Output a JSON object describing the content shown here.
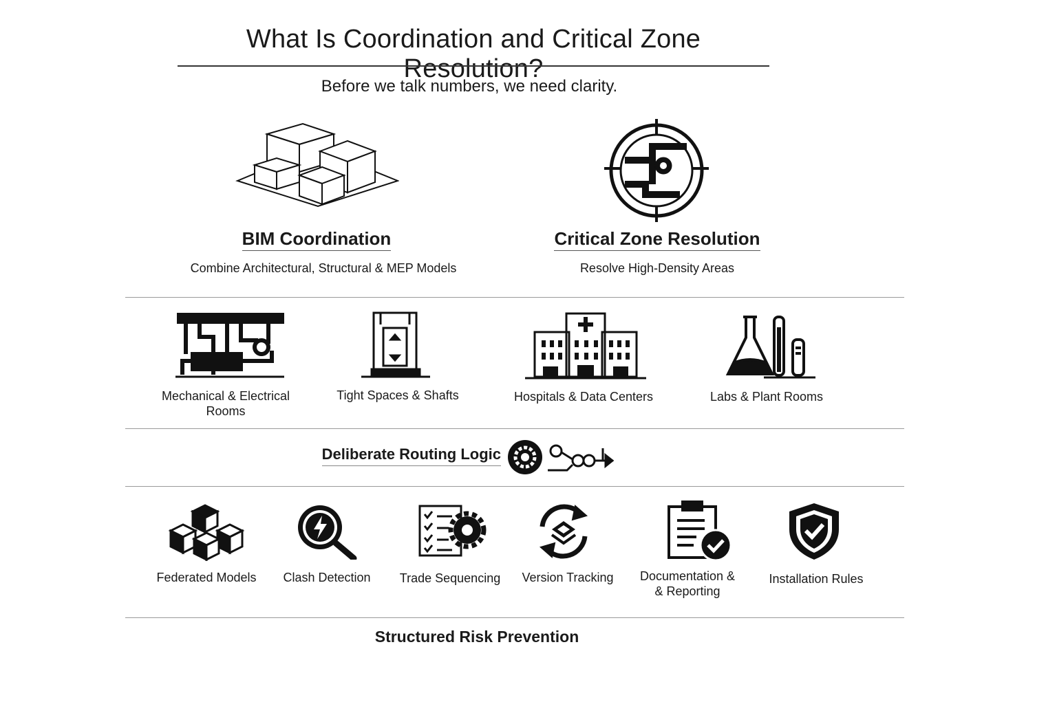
{
  "title": "What Is Coordination and Critical Zone Resolution?",
  "subtitle": "Before we talk numbers, we need clarity.",
  "pillars": [
    {
      "label": "BIM Coordination",
      "description": "Combine Architectural, Structural & MEP Models",
      "icon": "bim-blocks-icon"
    },
    {
      "label": "Critical Zone Resolution",
      "description": "Resolve High-Density Areas",
      "icon": "target-pipes-icon"
    }
  ],
  "zones": [
    {
      "label_line1": "Mechanical & Electrical",
      "label_line2": "Rooms",
      "icon": "mechanical-room-icon"
    },
    {
      "label_line1": "Tight Spaces & Shafts",
      "icon": "elevator-shaft-icon"
    },
    {
      "label_line1": "Hospitals & Data Centers",
      "icon": "hospital-icon"
    },
    {
      "label_line1": "Labs & Plant Rooms",
      "icon": "lab-flask-icon"
    }
  ],
  "routing": {
    "label": "Deliberate Routing Logic",
    "icons": [
      "gear-icon",
      "flow-path-icon"
    ]
  },
  "tools": [
    {
      "label_line1": "Federated Models",
      "icon": "cubes-icon"
    },
    {
      "label_line1": "Clash Detection",
      "icon": "magnifier-bolt-icon"
    },
    {
      "label_line1": "Trade Sequencing",
      "icon": "checklist-gear-icon"
    },
    {
      "label_line1": "Version Tracking",
      "icon": "cycle-icon"
    },
    {
      "label_line1": "Documentation &",
      "label_line2": "& Reporting",
      "icon": "clipboard-check-icon"
    },
    {
      "label_line1": "Installation Rules",
      "icon": "shield-check-icon"
    }
  ],
  "footer": "Structured Risk Prevention"
}
